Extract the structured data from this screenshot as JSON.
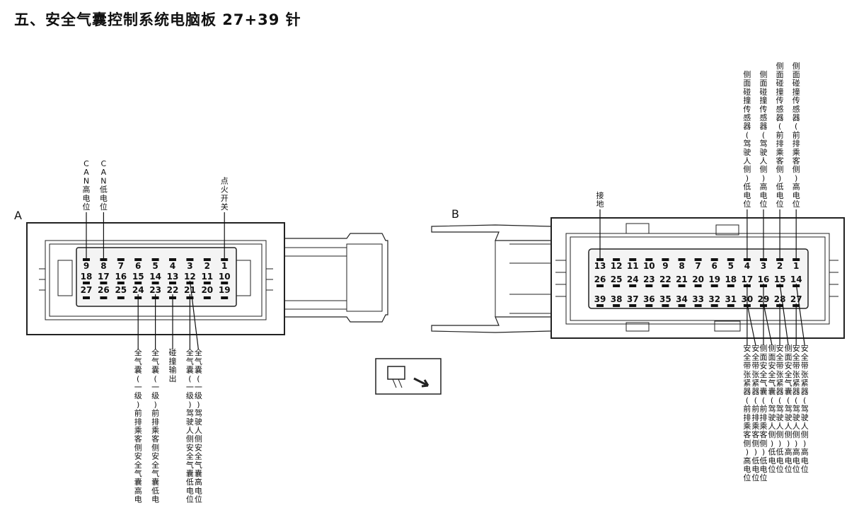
{
  "title": "五、安全气囊控制系统电脑板 27+39 针",
  "connectors": {
    "A": {
      "label": "A",
      "rows": [
        [
          "9",
          "8",
          "7",
          "6",
          "5",
          "4",
          "3",
          "2",
          "1"
        ],
        [
          "18",
          "17",
          "16",
          "15",
          "14",
          "13",
          "12",
          "11",
          "10"
        ],
        [
          "27",
          "26",
          "25",
          "24",
          "23",
          "22",
          "21",
          "20",
          "19"
        ]
      ],
      "top_labels": [
        {
          "pin": "9",
          "text": "CAN高电位"
        },
        {
          "pin": "8",
          "text": "CAN低电位"
        },
        {
          "pin": "1",
          "text": "点火开关"
        }
      ],
      "bottom_labels": [
        {
          "pin": "24",
          "text": "全气囊(一级)前排乘客侧安全气囊高电位"
        },
        {
          "pin": "23",
          "text": "全气囊(一级)前排乘客侧安全气囊低电位"
        },
        {
          "pin": "22",
          "text": "碰撞输出"
        },
        {
          "pin": "21",
          "text": "全气囊(一级)驾驶人侧安全气囊低电位"
        },
        {
          "pin": "12",
          "text": "全气囊(一级)驾驶人侧安全气囊高电位"
        }
      ]
    },
    "B": {
      "label": "B",
      "rows": [
        [
          "13",
          "12",
          "11",
          "10",
          "9",
          "8",
          "7",
          "6",
          "5",
          "4",
          "3",
          "2",
          "1"
        ],
        [
          "26",
          "25",
          "24",
          "23",
          "22",
          "21",
          "20",
          "19",
          "18",
          "17",
          "16",
          "15",
          "14"
        ],
        [
          "39",
          "38",
          "37",
          "36",
          "35",
          "34",
          "33",
          "32",
          "31",
          "30",
          "29",
          "28",
          "27"
        ]
      ],
      "top_labels": [
        {
          "pin": "13",
          "text": "接地"
        },
        {
          "pin": "4",
          "text": "侧面碰撞传感器(驾驶人侧)低电位"
        },
        {
          "pin": "3",
          "text": "侧面碰撞传感器(驾驶人侧)高电位"
        },
        {
          "pin": "2",
          "text": "侧面碰撞传感器(前排乘客侧)低电位"
        },
        {
          "pin": "1",
          "text": "侧面碰撞传感器(前排乘客侧)高电位"
        }
      ],
      "bottom_labels": [
        {
          "pin": "17",
          "text": "安全带张紧器(前排乘客侧)高电位"
        },
        {
          "pin": "30",
          "text": "安全带张紧器(前排乘客侧)低电位"
        },
        {
          "pin": "16",
          "text": "侧面安全气囊(前排乘客侧)低电位"
        },
        {
          "pin": "29",
          "text": "侧面安全气囊(驾驶人侧)低电位"
        },
        {
          "pin": "28",
          "text": "安全带张紧器(驾驶人侧)低电位"
        },
        {
          "pin": "15",
          "text": "侧面安全气囊(驾驶人侧)高电位"
        },
        {
          "pin": "27",
          "text": "安全带张紧器(驾驶人侧)高电位"
        },
        {
          "pin": "14",
          "text": "安全带张紧器(驾驶人侧)高电位"
        }
      ]
    }
  }
}
